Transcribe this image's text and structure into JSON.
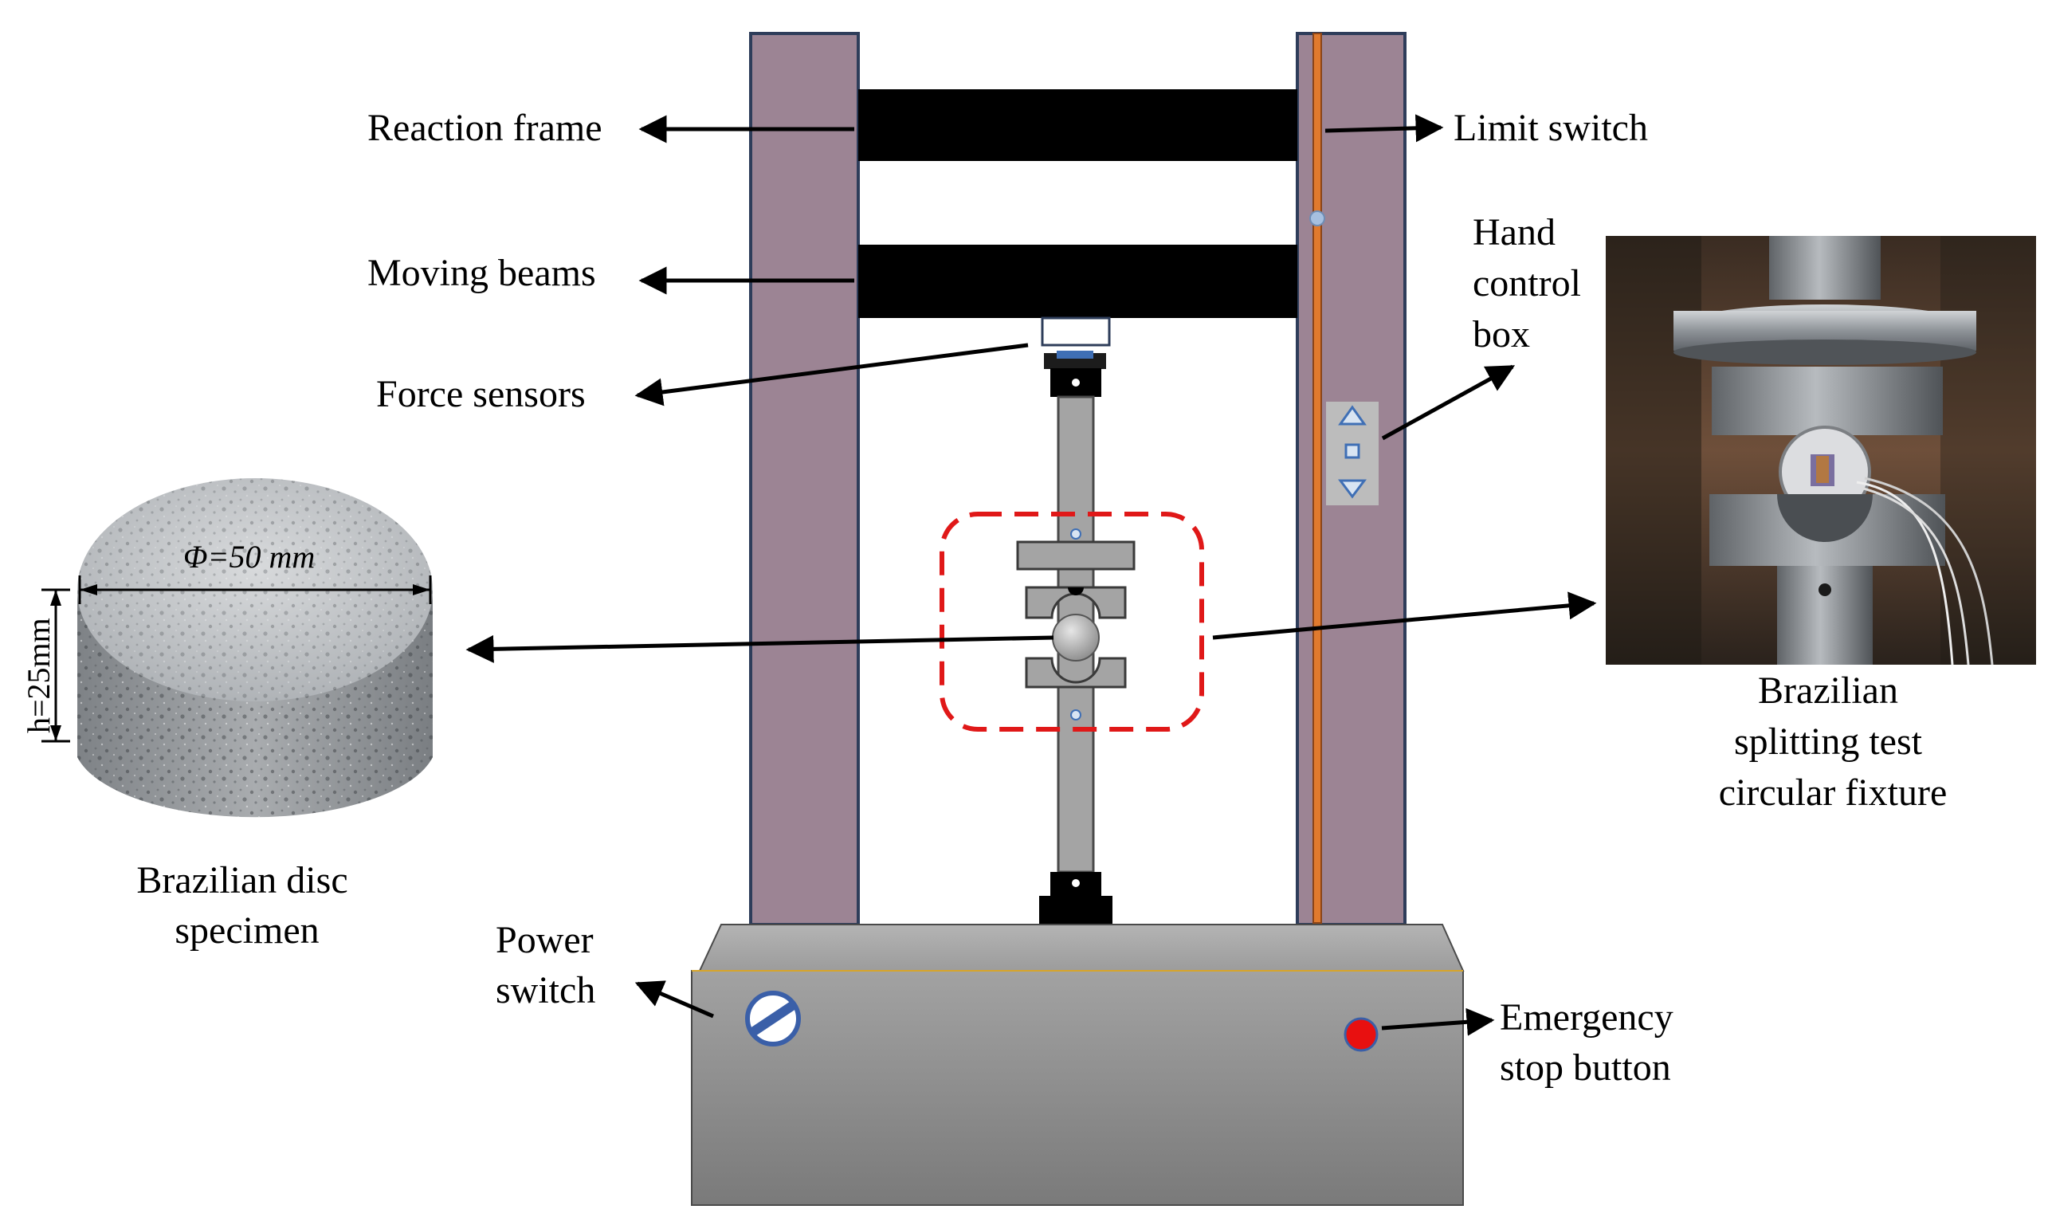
{
  "labels": {
    "reaction_frame": "Reaction frame",
    "moving_beams": "Moving beams",
    "force_sensors": "Force sensors",
    "limit_switch": "Limit switch",
    "hand_control_box": [
      "Hand",
      "control",
      "box"
    ],
    "power_switch": [
      "Power",
      "switch"
    ],
    "emergency_stop": [
      "Emergency",
      "stop button"
    ],
    "disc_specimen": [
      "Brazilian disc",
      "specimen"
    ],
    "fixture": [
      "Brazilian",
      "splitting test",
      "circular fixture"
    ],
    "diameter": "Φ=50 mm",
    "height": "h=25mm"
  },
  "colors": {
    "column": "#9c8494",
    "column_border": "#2e3d5a",
    "beam": "#000000",
    "base_top": "#9a9a9a",
    "base_bottom": "#7d7d7d",
    "limit_rod": "#e07a2e",
    "dashed_box": "#e01818",
    "emergency": "#e81010",
    "power_switch": "#3a5fa8"
  },
  "icons": [
    "up-triangle-icon",
    "stop-square-icon",
    "down-triangle-icon"
  ]
}
